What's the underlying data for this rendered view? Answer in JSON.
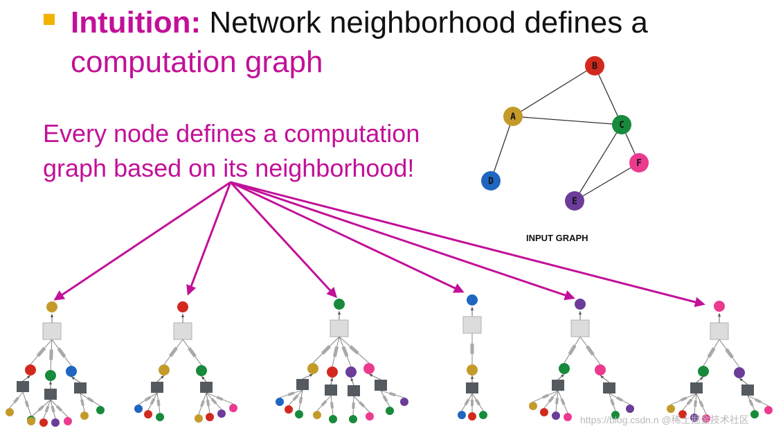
{
  "header": {
    "bullet_bold": "Intuition:",
    "bullet_rest": " Network neighborhood defines a",
    "bullet_line2": "computation graph"
  },
  "subtitle": {
    "line1": "Every node defines a computation",
    "line2": "graph based on its neighborhood!"
  },
  "input_graph": {
    "caption": "INPUT GRAPH",
    "nodes": [
      {
        "id": "A",
        "label": "A",
        "color": "#c49a2b"
      },
      {
        "id": "B",
        "label": "B",
        "color": "#d2291f"
      },
      {
        "id": "C",
        "label": "C",
        "color": "#178a3c"
      },
      {
        "id": "D",
        "label": "D",
        "color": "#1e66c0"
      },
      {
        "id": "E",
        "label": "E",
        "color": "#6b3c9a"
      },
      {
        "id": "F",
        "label": "F",
        "color": "#ec3a8f"
      }
    ],
    "edges": [
      [
        "A",
        "B"
      ],
      [
        "A",
        "C"
      ],
      [
        "A",
        "D"
      ],
      [
        "B",
        "C"
      ],
      [
        "C",
        "E"
      ],
      [
        "C",
        "F"
      ],
      [
        "E",
        "F"
      ]
    ]
  },
  "colors": {
    "accent": "#c21098",
    "bullet": "#f2b200",
    "aggregator_top": "#dcdcdc",
    "aggregator_inner": "#545a60",
    "edge_marker": "#aaaaaa"
  },
  "watermark": "https://blog.csdn.n @稀土掘金技术社区"
}
